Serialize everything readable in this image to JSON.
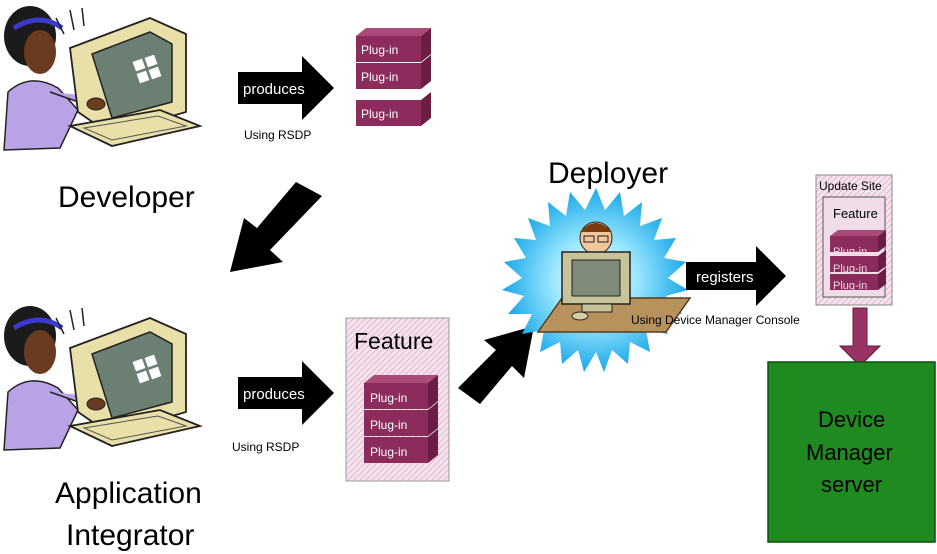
{
  "actors": {
    "developer": "Developer",
    "integrator_line1": "Application",
    "integrator_line2": "Integrator",
    "deployer": "Deployer"
  },
  "arrows": {
    "produces_top": "produces",
    "produces_bottom": "produces",
    "registers": "registers"
  },
  "captions": {
    "using_rsdp_top": "Using RSDP",
    "using_rsdp_bottom": "Using RSDP",
    "using_dmc": "Using Device Manager Console"
  },
  "plugin_stack_top": [
    "Plug-in",
    "Plug-in",
    "Plug-in"
  ],
  "feature_box": {
    "title": "Feature",
    "plugins": [
      "Plug-in",
      "Plug-in",
      "Plug-in"
    ]
  },
  "update_site": {
    "title": "Update Site",
    "feature_title": "Feature",
    "plugins": [
      "Plug-in",
      "Plug-in",
      "Plug-in"
    ]
  },
  "server": {
    "line1": "Device",
    "line2": "Manager",
    "line3": "server"
  },
  "colors": {
    "plugin": "#8b2c5c",
    "plugin_top": "#a94a78",
    "plugin_side": "#6a1e45",
    "feature_fill": "#f3dcea",
    "server_fill": "#1f8a1f",
    "connector": "#993366"
  }
}
